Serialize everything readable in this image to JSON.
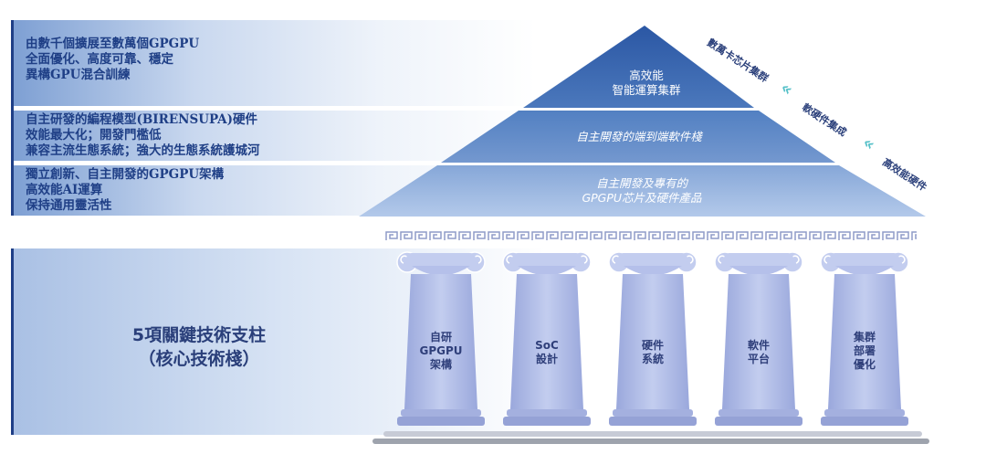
{
  "left_bands": [
    {
      "lines": [
        "由數千個擴展至數萬個GPGPU",
        "全面優化、高度可靠、穩定",
        "異構GPU混合訓練"
      ]
    },
    {
      "lines": [
        "自主研發的編程模型(BIRENSUPA)硬件",
        "效能最大化；開發門檻低",
        "兼容主流生態系統；強大的生態系統護城河"
      ]
    },
    {
      "lines": [
        "獨立創新、自主開發的GPGPU架構",
        "高效能AI運算",
        "保持通用靈活性"
      ]
    }
  ],
  "pyramid": {
    "top": [
      "高效能",
      "智能運算集群"
    ],
    "middle": [
      "自主開發的端到端軟件棧"
    ],
    "bottom": [
      "自主開發及專有的",
      "GPGPU芯片及硬件產品"
    ]
  },
  "side_flow": {
    "items": [
      "數萬卡芯片集群",
      "軟硬件集成",
      "高效能硬件"
    ],
    "chevron": "«"
  },
  "pillars_title": [
    "5項關鍵技術支柱",
    "（核心技術棧）"
  ],
  "pillars": [
    {
      "lines": [
        "自研",
        "GPGPU",
        "架構"
      ]
    },
    {
      "lines": [
        "SoC",
        "設計"
      ]
    },
    {
      "lines": [
        "硬件",
        "系統"
      ]
    },
    {
      "lines": [
        "軟件",
        "平台"
      ]
    },
    {
      "lines": [
        "集群",
        "部署",
        "優化"
      ]
    }
  ],
  "colors": {
    "navy": "#1f3f86",
    "band_dark": "#8aa8d6",
    "band_light": "#ffffff",
    "tier_top": "#3462ad",
    "tier_mid": "#5b86c6",
    "tier_bottom": "#9bb7e0",
    "pillar": "#aeb9e4",
    "chevron": "#55c0c8"
  }
}
